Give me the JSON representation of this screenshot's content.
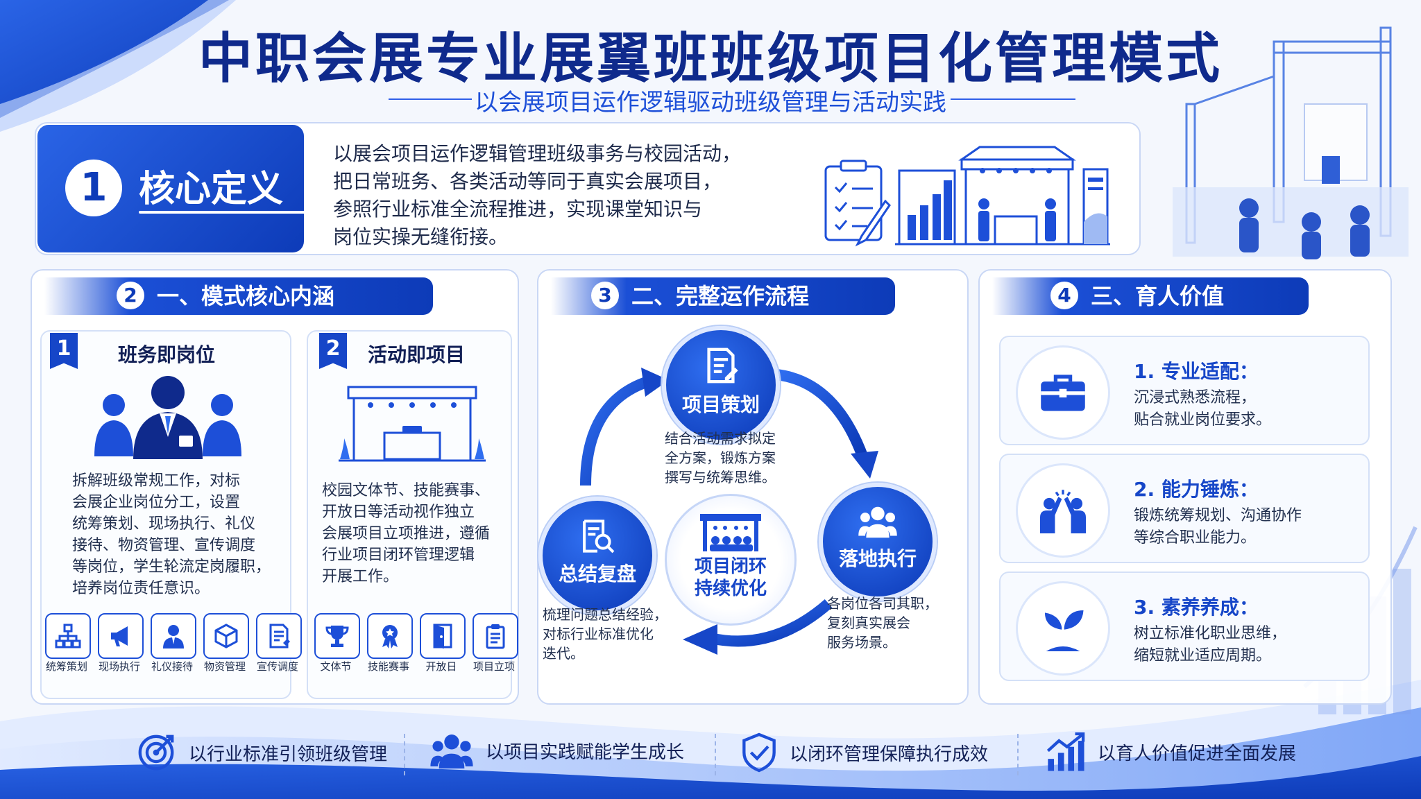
{
  "title": "中职会展专业展翼班班级项目化管理模式",
  "subtitle": "以会展项目运作逻辑驱动班级管理与活动实践",
  "definition": {
    "number": "1",
    "heading": "核心定义",
    "lines": [
      "以展会项目运作逻辑管理班级事务与校园活动，",
      "把日常班务、各类活动等同于真实会展项目，",
      "参照行业标准全流程推进，实现课堂知识与",
      "岗位实操无缝衔接。"
    ]
  },
  "section_core": {
    "number": "2",
    "heading": "一、模式核心内涵",
    "card1": {
      "flag": "1",
      "title": "班务即岗位",
      "lines": [
        "拆解班级常规工作，对标",
        "会展企业岗位分工，设置",
        "统筹策划、现场执行、礼仪",
        "接待、物资管理、宣传调度",
        "等岗位，学生轮流定岗履职，",
        "培养岗位责任意识。"
      ],
      "icons": [
        {
          "name": "org-chart-icon",
          "label": "统筹策划"
        },
        {
          "name": "megaphone-icon",
          "label": "现场执行"
        },
        {
          "name": "staff-icon",
          "label": "礼仪接待"
        },
        {
          "name": "box-icon",
          "label": "物资管理"
        },
        {
          "name": "document-icon",
          "label": "宣传调度"
        }
      ]
    },
    "card2": {
      "flag": "2",
      "title": "活动即项目",
      "lines": [
        "校园文体节、技能赛事、",
        "开放日等活动视作独立",
        "会展项目立项推进，遵循",
        "行业项目闭环管理逻辑",
        "开展工作。"
      ],
      "icons": [
        {
          "name": "trophy-icon",
          "label": "文体节"
        },
        {
          "name": "medal-icon",
          "label": "技能赛事"
        },
        {
          "name": "door-icon",
          "label": "开放日"
        },
        {
          "name": "clipboard-icon",
          "label": "项目立项"
        }
      ]
    }
  },
  "section_flow": {
    "number": "3",
    "heading": "二、完整运作流程",
    "steps": {
      "plan": {
        "label": "项目策划",
        "lines": [
          "结合活动需求拟定",
          "全方案，锻炼方案",
          "撰写与统筹思维。"
        ]
      },
      "execute": {
        "label": "落地执行",
        "lines": [
          "各岗位各司其职，",
          "复刻真实展会",
          "服务场景。"
        ]
      },
      "review": {
        "label": "总结复盘",
        "lines": [
          "梳理问题总结经验，",
          "对标行业标准优化",
          "迭代。"
        ]
      }
    },
    "center": [
      "项目闭环",
      "持续优化"
    ]
  },
  "section_value": {
    "number": "4",
    "heading": "三、育人价值",
    "items": [
      {
        "title": "1. 专业适配：",
        "lines": [
          "沉浸式熟悉流程，",
          "贴合就业岗位要求。"
        ]
      },
      {
        "title": "2. 能力锤炼：",
        "lines": [
          "锻炼统筹规划、沟通协作",
          "等综合职业能力。"
        ]
      },
      {
        "title": "3. 素养养成：",
        "lines": [
          "树立标准化职业思维，",
          "缩短就业适应周期。"
        ]
      }
    ]
  },
  "bottom": [
    {
      "icon": "target-icon",
      "text": "以行业标准引领班级管理"
    },
    {
      "icon": "people-icon",
      "text": "以项目实践赋能学生成长"
    },
    {
      "icon": "shield-check-icon",
      "text": "以闭环管理保障执行成效"
    },
    {
      "icon": "growth-chart-icon",
      "text": "以育人价值促进全面发展"
    }
  ],
  "colors": {
    "primary": "#1646c8",
    "dark": "#0f2a8c",
    "accent": "#2f6ef0"
  }
}
